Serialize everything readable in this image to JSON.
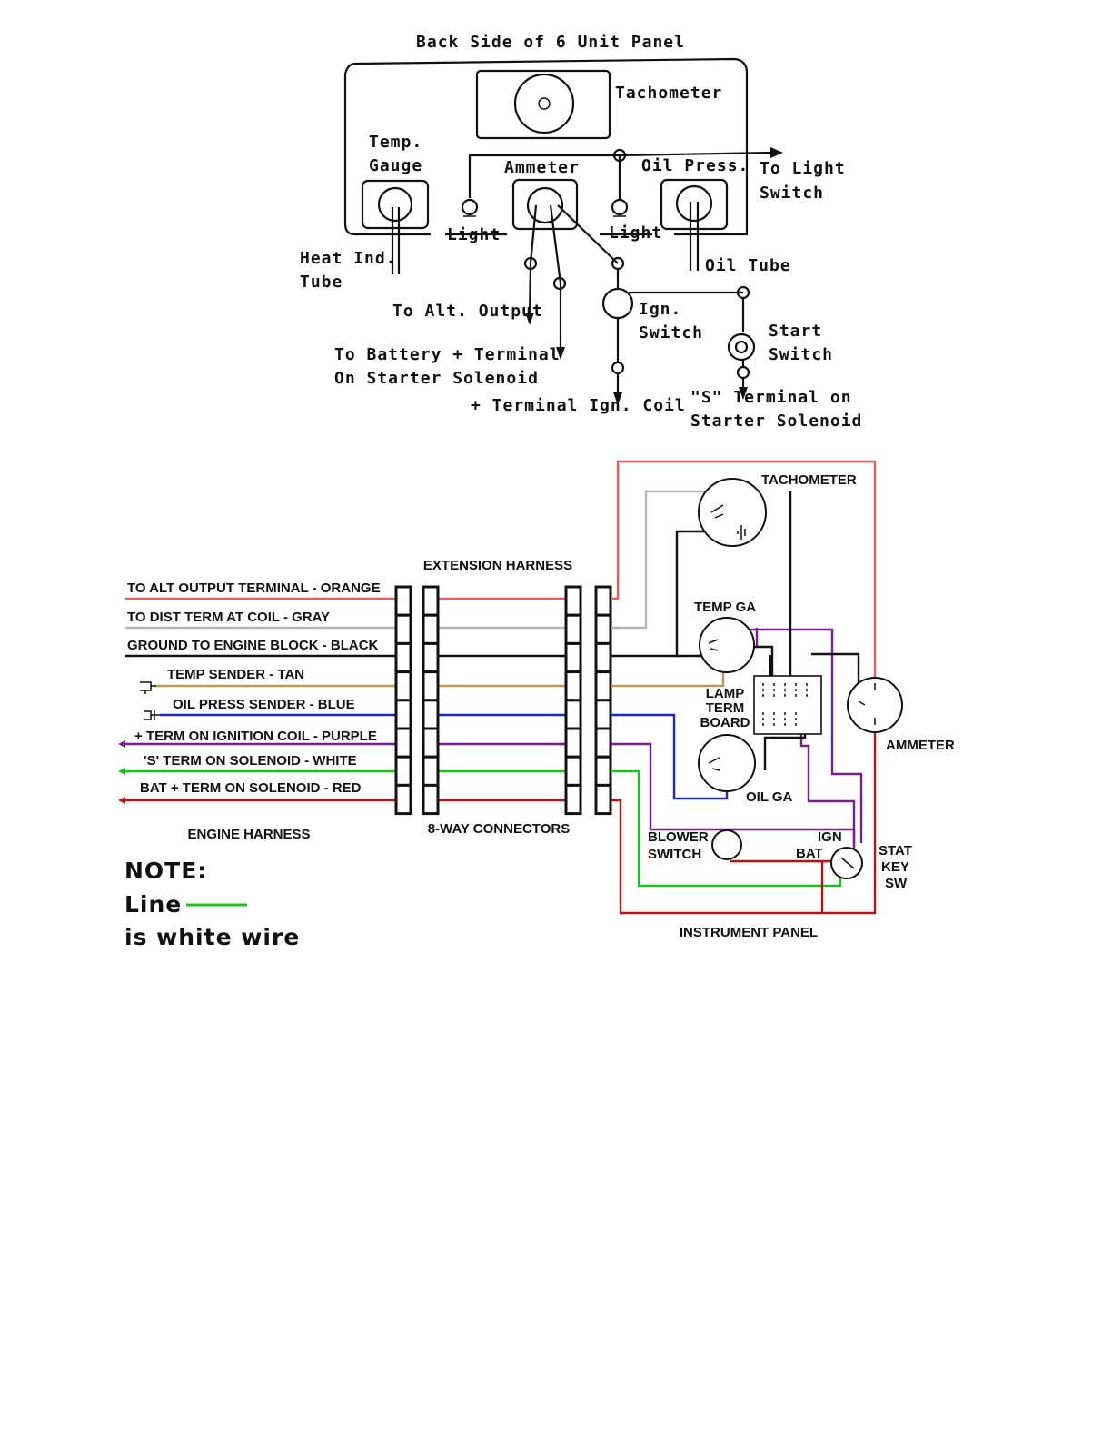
{
  "top_diagram": {
    "title": "Back Side of 6 Unit Panel",
    "labels": {
      "tachometer": "Tachometer",
      "temp_gauge_1": "Temp.",
      "temp_gauge_2": "Gauge",
      "ammeter": "Ammeter",
      "oil_press": "Oil Press.",
      "to_light_switch_1": "To Light",
      "to_light_switch_2": "Switch",
      "light_left": "Light",
      "light_right": "Light",
      "heat_ind_1": "Heat Ind.",
      "heat_ind_2": "Tube",
      "oil_tube": "Oil Tube",
      "to_alt_output": "To Alt. Output",
      "ign_switch_1": "Ign.",
      "ign_switch_2": "Switch",
      "start_switch_1": "Start",
      "start_switch_2": "Switch",
      "to_battery_1": "To Battery + Terminal",
      "to_battery_2": "On Starter Solenoid",
      "terminal_ign_coil": "+ Terminal Ign. Coil",
      "s_terminal_1": "\"S\" Terminal on",
      "s_terminal_2": "Starter Solenoid"
    }
  },
  "bottom_diagram": {
    "extension_harness": "EXTENSION HARNESS",
    "engine_harness": "ENGINE HARNESS",
    "connectors": "8-WAY CONNECTORS",
    "instrument_panel": "INSTRUMENT PANEL",
    "wires": [
      {
        "label": "TO ALT OUTPUT TERMINAL - ORANGE",
        "color": "#e06060"
      },
      {
        "label": "TO DIST TERM AT COIL - GRAY",
        "color": "#b4b4b4"
      },
      {
        "label": "GROUND TO ENGINE BLOCK - BLACK",
        "color": "#111111"
      },
      {
        "label": "TEMP SENDER - TAN",
        "color": "#b89a55"
      },
      {
        "label": "OIL PRESS SENDER - BLUE",
        "color": "#1c28b8"
      },
      {
        "label": "+ TERM ON IGNITION COIL - PURPLE",
        "color": "#7a1e8e"
      },
      {
        "label": "'S' TERM ON SOLENOID - WHITE",
        "color": "#18c418"
      },
      {
        "label": "BAT + TERM ON SOLENOID - RED",
        "color": "#b81414"
      }
    ],
    "components": {
      "tachometer": "TACHOMETER",
      "temp_ga": "TEMP GA",
      "lamp_1": "LAMP",
      "lamp_2": "TERM",
      "lamp_3": "BOARD",
      "ammeter": "AMMETER",
      "oil_ga": "OIL GA",
      "blower_1": "BLOWER",
      "blower_2": "SWITCH",
      "ign": "IGN",
      "bat": "BAT",
      "stat_1": "STAT",
      "stat_2": "KEY",
      "stat_3": "SW"
    },
    "note": {
      "heading": "NOTE:",
      "line_word": "Line",
      "line_color": "#18c418",
      "text": "is white wire"
    }
  }
}
